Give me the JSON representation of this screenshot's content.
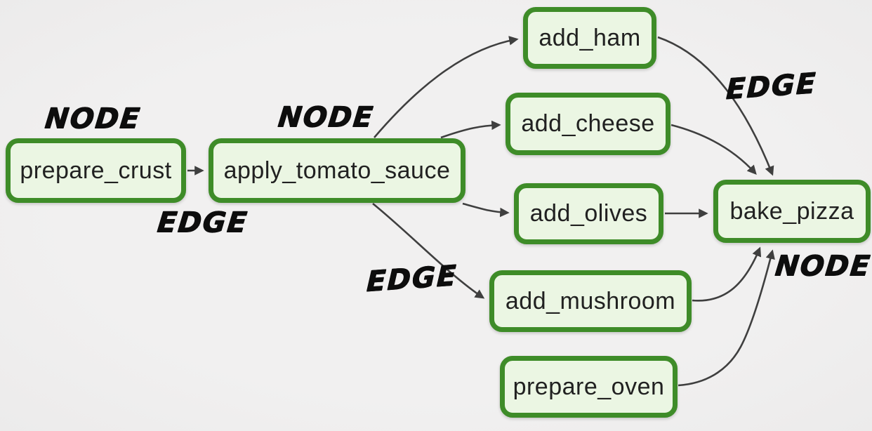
{
  "diagram": {
    "type": "directed-graph",
    "description": "Pizza preparation task graph with handwritten NODE/EDGE callouts",
    "nodes": [
      {
        "id": "prepare_crust",
        "label": "prepare_crust"
      },
      {
        "id": "apply_tomato_sauce",
        "label": "apply_tomato_sauce"
      },
      {
        "id": "add_ham",
        "label": "add_ham"
      },
      {
        "id": "add_cheese",
        "label": "add_cheese"
      },
      {
        "id": "add_olives",
        "label": "add_olives"
      },
      {
        "id": "add_mushroom",
        "label": "add_mushroom"
      },
      {
        "id": "prepare_oven",
        "label": "prepare_oven"
      },
      {
        "id": "bake_pizza",
        "label": "bake_pizza"
      }
    ],
    "edges": [
      {
        "from": "prepare_crust",
        "to": "apply_tomato_sauce"
      },
      {
        "from": "apply_tomato_sauce",
        "to": "add_ham"
      },
      {
        "from": "apply_tomato_sauce",
        "to": "add_cheese"
      },
      {
        "from": "apply_tomato_sauce",
        "to": "add_olives"
      },
      {
        "from": "apply_tomato_sauce",
        "to": "add_mushroom"
      },
      {
        "from": "add_ham",
        "to": "bake_pizza"
      },
      {
        "from": "add_cheese",
        "to": "bake_pizza"
      },
      {
        "from": "add_olives",
        "to": "bake_pizza"
      },
      {
        "from": "add_mushroom",
        "to": "bake_pizza"
      },
      {
        "from": "prepare_oven",
        "to": "bake_pizza"
      }
    ],
    "annotations": [
      {
        "text": "NODE",
        "target": "prepare_crust"
      },
      {
        "text": "NODE",
        "target": "apply_tomato_sauce"
      },
      {
        "text": "EDGE",
        "target": "prepare_crust->apply_tomato_sauce"
      },
      {
        "text": "EDGE",
        "target": "apply_tomato_sauce->add_mushroom"
      },
      {
        "text": "EDGE",
        "target": "add_ham->bake_pizza"
      },
      {
        "text": "NODE",
        "target": "bake_pizza"
      }
    ],
    "colors": {
      "background": "#efeeee",
      "node_border": "#3e8c28",
      "node_fill": "#ebf6e3",
      "node_text": "#212121",
      "edge_line": "#3f3f3f",
      "annotation_text": "#0d0d0d"
    }
  }
}
